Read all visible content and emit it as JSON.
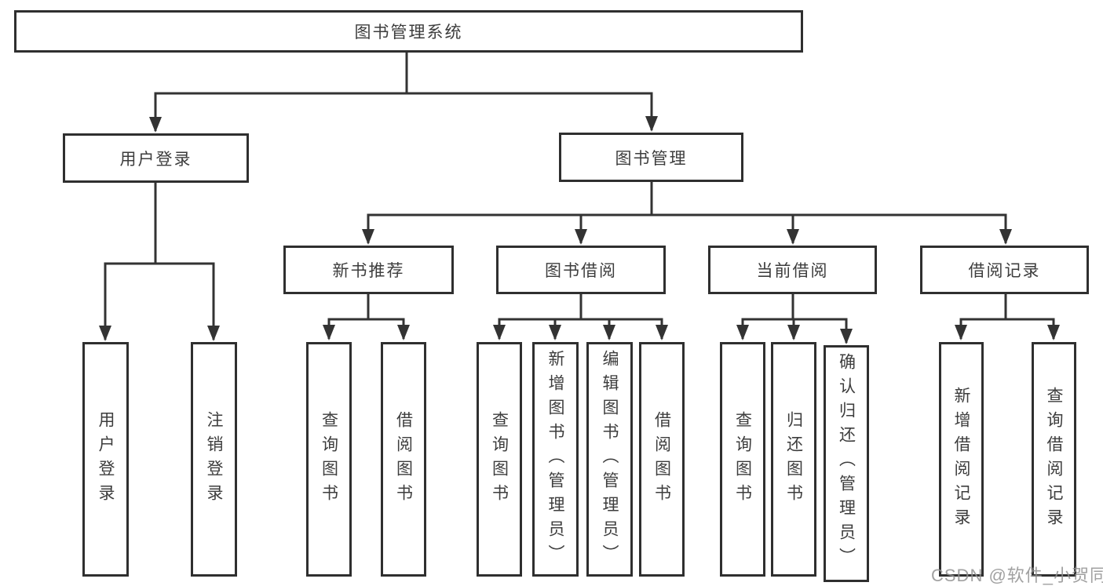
{
  "tree": {
    "root": {
      "label": "图书管理系统"
    },
    "userLogin": {
      "label": "用户登录",
      "children": {
        "login": {
          "label": "用户登录"
        },
        "logout": {
          "label": "注销登录"
        }
      }
    },
    "bookManagement": {
      "label": "图书管理",
      "children": {
        "newBookRecommend": {
          "label": "新书推荐",
          "children": {
            "queryBooks": {
              "label": "查询图书"
            },
            "borrowBooks": {
              "label": "借阅图书"
            }
          }
        },
        "bookBorrow": {
          "label": "图书借阅",
          "children": {
            "queryBooks": {
              "label": "查询图书"
            },
            "addBooks": {
              "label": "新增图书（管理员）"
            },
            "editBooks": {
              "label": "编辑图书（管理员）"
            },
            "borrowBooks": {
              "label": "借阅图书"
            }
          }
        },
        "currentBorrow": {
          "label": "当前借阅",
          "children": {
            "queryBooks": {
              "label": "查询图书"
            },
            "returnBooks": {
              "label": "归还图书"
            },
            "confirmReturn": {
              "label": "确认归还（管理员）"
            }
          }
        },
        "borrowRecords": {
          "label": "借阅记录",
          "children": {
            "addRecord": {
              "label": "新增借阅记录"
            },
            "queryRecord": {
              "label": "查询借阅记录"
            }
          }
        }
      }
    }
  },
  "watermark": {
    "text": "CSDN @软件_小贺同学"
  },
  "colors": {
    "line": "#333333",
    "border": "#2f2f2f",
    "text": "#3d3d3d",
    "watermark": "#919191"
  }
}
